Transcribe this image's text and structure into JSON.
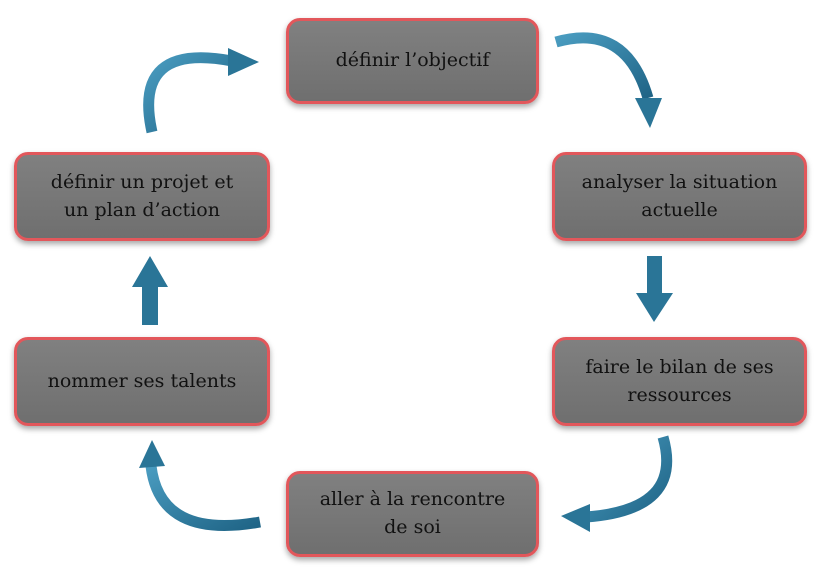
{
  "diagram": {
    "steps": [
      "définir l’objectif",
      "analyser la situation\nactuelle",
      "faire le bilan de ses\nressources",
      "aller à la rencontre\nde soi",
      "nommer ses talents",
      "définir un projet et\nun plan d’action"
    ]
  },
  "colors": {
    "box_fill": "#7a7a7a",
    "box_border": "#e2575b",
    "arrow": "#2e7d9c",
    "text": "#111111"
  }
}
